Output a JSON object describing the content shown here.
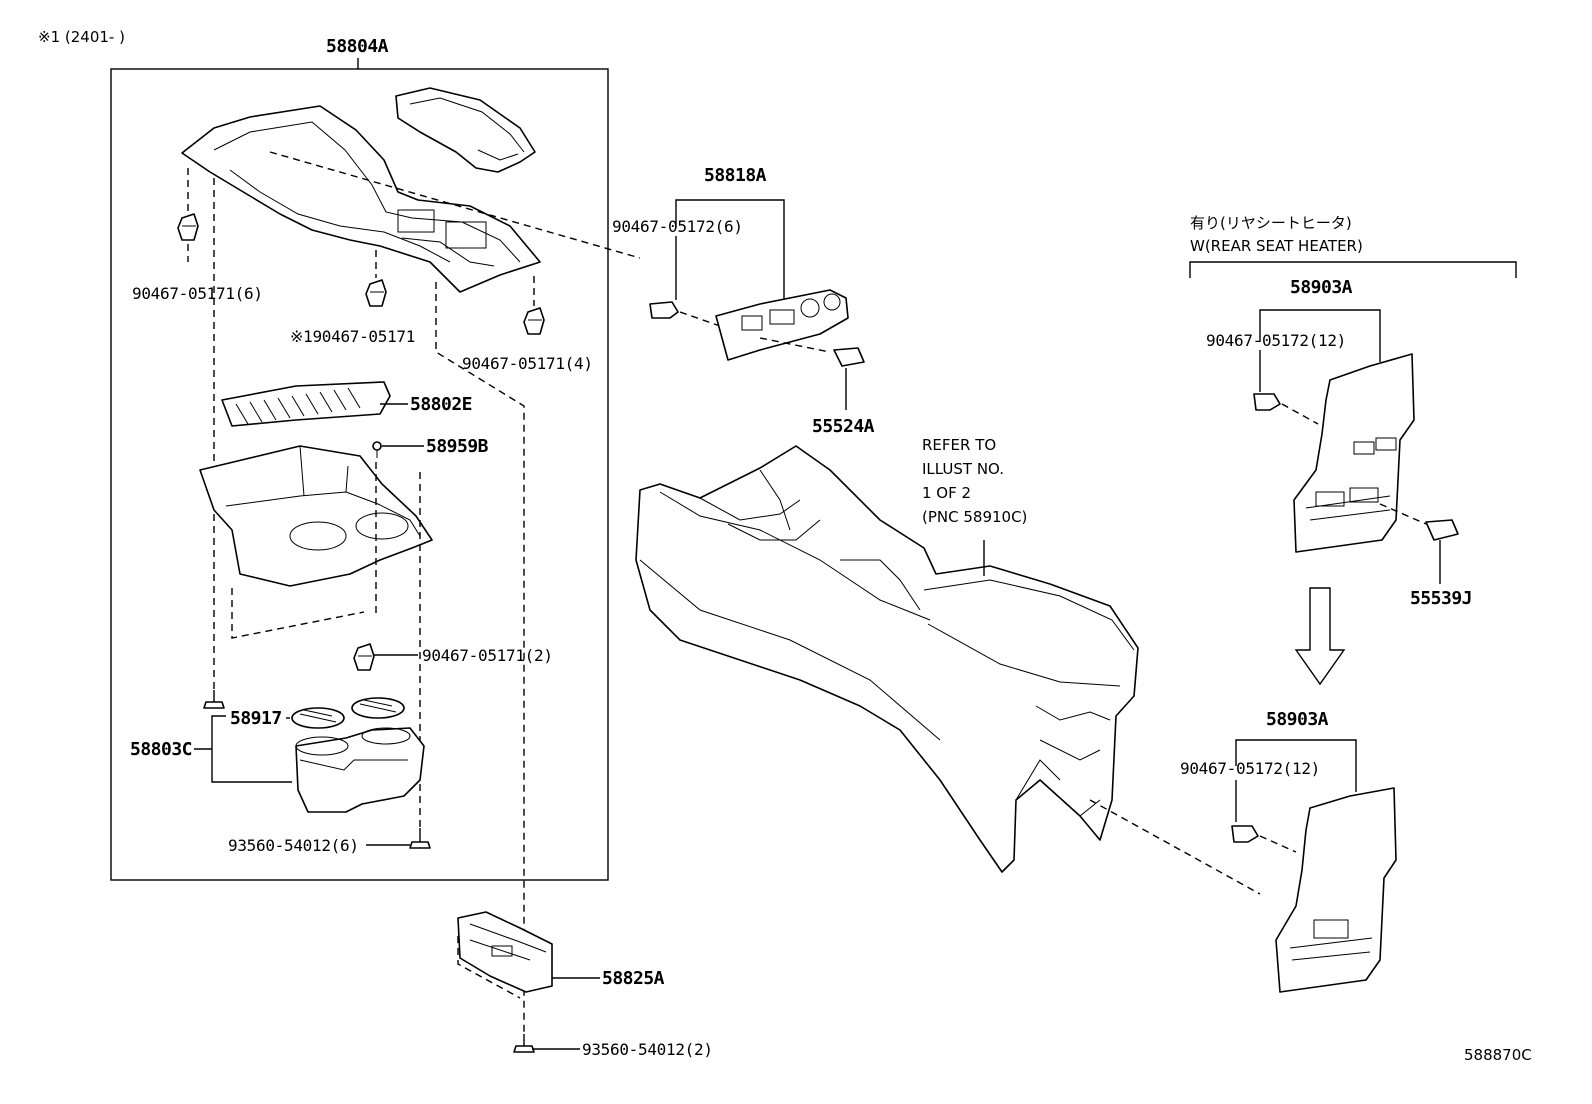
{
  "header_note": "※1 (2401-   )",
  "footer_code": "588870C",
  "callouts": {
    "p58804A": "58804A",
    "p58818A": "58818A",
    "p90467_05172_6": "90467-05172(6)",
    "p90467_05171_6": "90467-05171(6)",
    "p90467_05171_x1": "※190467-05171",
    "p90467_05171_4": "90467-05171(4)",
    "p58802E": "58802E",
    "p58959B": "58959B",
    "p55524A": "55524A",
    "p90467_05171_2": "90467-05171(2)",
    "p58917": "58917",
    "p58803C": "58803C",
    "p93560_54012_6": "93560-54012(6)",
    "p58825A": "58825A",
    "p93560_54012_2": "93560-54012(2)",
    "p58903A_top": "58903A",
    "p90467_05172_12_top": "90467-05172(12)",
    "p55539J": "55539J",
    "p58903A_bottom": "58903A",
    "p90467_05172_12_bottom": "90467-05172(12)"
  },
  "refer_note": {
    "line1": "REFER TO",
    "line2": "ILLUST NO.",
    "line3": "1 OF 2",
    "line4": "(PNC 58910C)"
  },
  "heater_note": {
    "line1": "有り(リヤシートヒータ)",
    "line2": "W(REAR SEAT HEATER)"
  }
}
